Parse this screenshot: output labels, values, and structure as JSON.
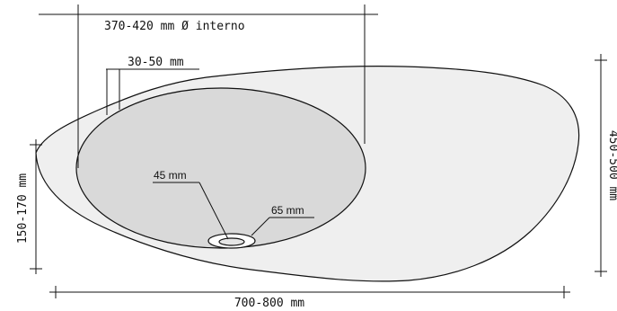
{
  "diagram": {
    "colors": {
      "background": "#ffffff",
      "outer_fill": "#efefef",
      "basin_fill": "#d9d9d9",
      "line": "#111111"
    },
    "labels": {
      "inner_diameter": "370-420 mm Ø interno",
      "rim_width": "30-50 mm",
      "drain_inner": "45 mm",
      "drain_outer": "65 mm",
      "height": "150-170 mm",
      "depth": "450-500 mm",
      "length": "700-800 mm"
    }
  }
}
